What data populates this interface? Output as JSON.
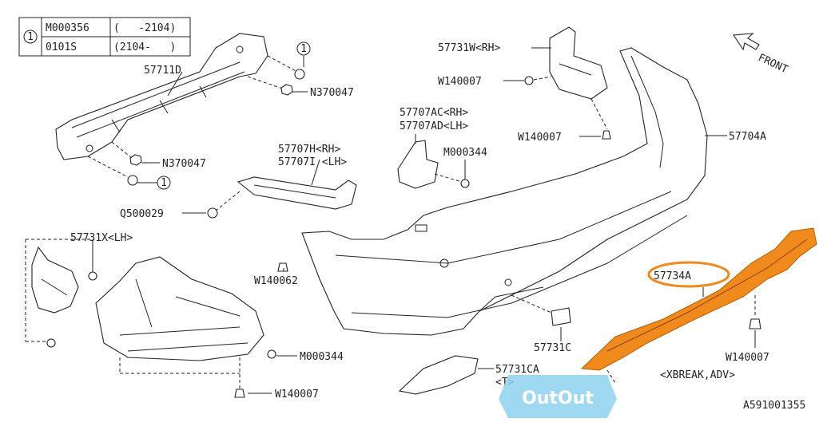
{
  "applicability_table": {
    "marker": "1",
    "rows": [
      {
        "code": "M000356",
        "range": "(   -2104)"
      },
      {
        "code": "0101S",
        "range": "(2104-   )"
      }
    ]
  },
  "callouts": {
    "front_indicator": "FRONT",
    "reinforcement": "57711D",
    "nut_upper": "N370047",
    "nut_lower": "N370047",
    "circle_marker_top": "1",
    "circle_marker_bottom": "1",
    "bracket_side_rh": "57707H<RH>",
    "bracket_side_lh": "57707I <LH>",
    "bolt_q": "Q500029",
    "bracket_center_rh": "57707AC<RH>",
    "bracket_center_lh": "57707AD<LH>",
    "screw_center": "M000344",
    "mudguard_rh": "57731W<RH>",
    "clip_rh_upper": "W140007",
    "clip_rh_lower": "W140007",
    "bumper_face": "57704A",
    "mudguard_lh": "57731X<LH>",
    "clip_center": "W140062",
    "screw_lower": "M000344",
    "clip_lower": "W140007",
    "cover_small": "57731C",
    "cover_lower": "57731CA",
    "cover_lower_note": "<T>",
    "skid_plate": "57734A",
    "clip_skid": "W140007",
    "skid_note": "<XBREAK,ADV>",
    "figure_id": "A591001355"
  },
  "watermark": "OutOut",
  "colors": {
    "highlight": "#f08a1c",
    "highlight_ring": "#f08a1c",
    "watermark": "#8fd3ef",
    "ink": "#222222"
  }
}
